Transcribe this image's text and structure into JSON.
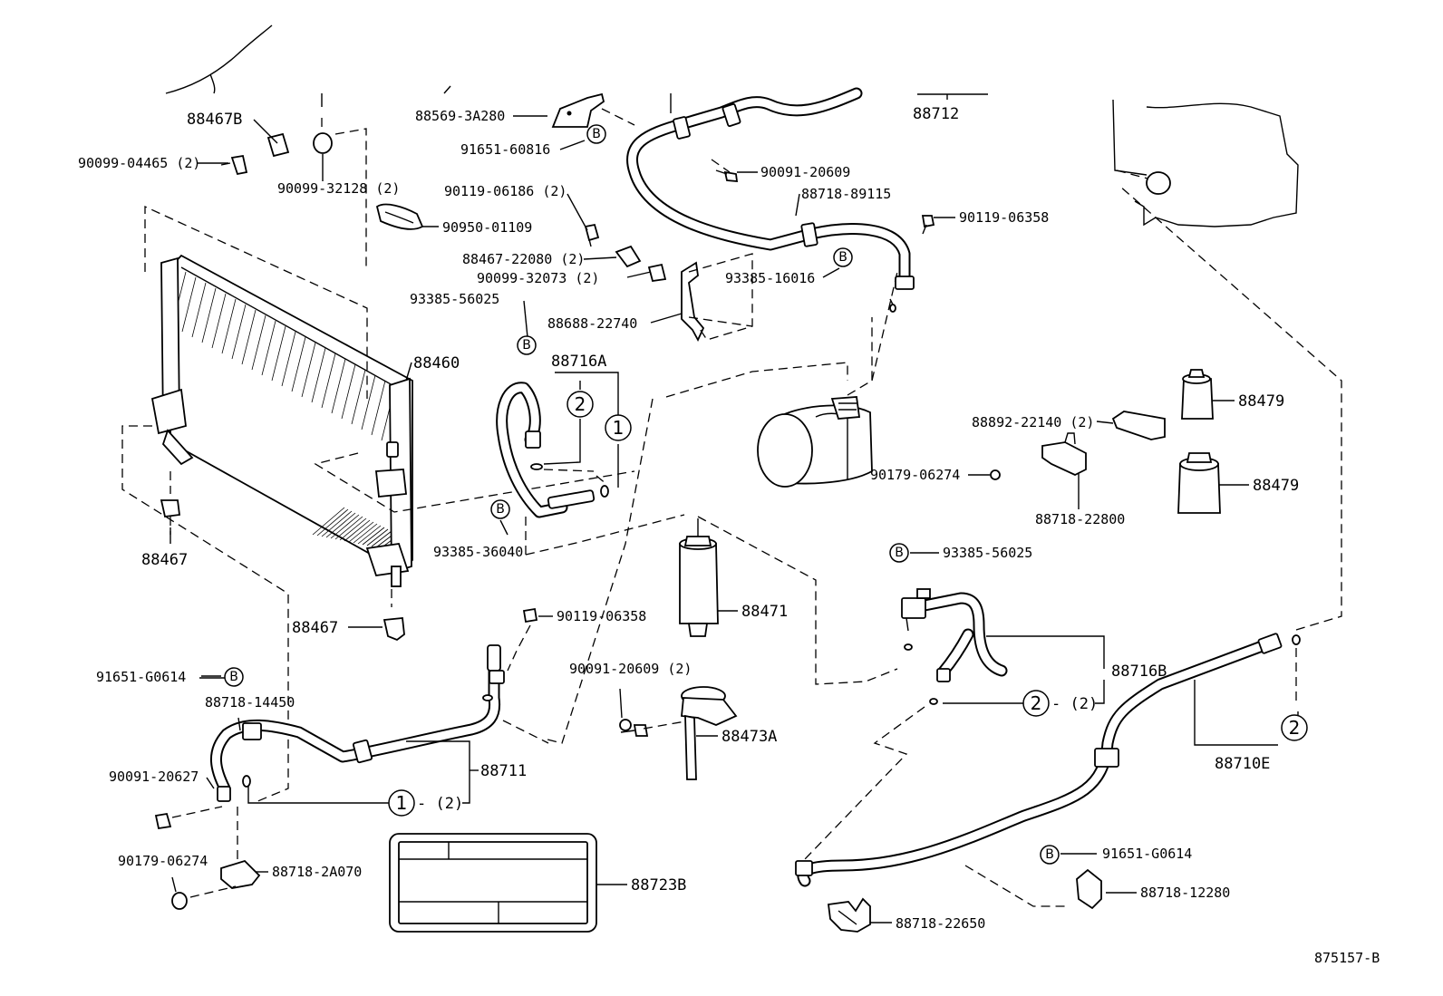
{
  "labels": {
    "p88712": "88712",
    "p88569": "88569-3A280",
    "p91651a": "91651-60816",
    "p90091a": "90091-20609",
    "p88718a": "88718-89115",
    "p90119a": "90119-06358",
    "p90119b": "90119-06186 (2)",
    "p93385a": "93385-16016",
    "p88467b": "88467B",
    "p90099a": "90099-04465 (2)",
    "p90099b": "90099-32128 (2)",
    "p90950": "90950-01109",
    "p88467c": "88467-22080 (2)",
    "p90099c": "90099-32073 (2)",
    "p93385b": "93385-56025",
    "p88688": "88688-22740",
    "p88716a": "88716A",
    "p88460": "88460",
    "p88479a": "88479",
    "p88892": "88892-22140 (2)",
    "p88479b": "88479",
    "p90179a": "90179-06274",
    "p88718b": "88718-22800",
    "p93385c": "93385-36040",
    "p88467d": "88467",
    "p93385d": "93385-56025",
    "p88471": "88471",
    "p88467e": "88467",
    "p90119c": "90119-06358",
    "p91651b": "91651-G0614",
    "p88718c": "88718-14450",
    "p90091b": "90091-20609 (2)",
    "p88716b": "88716B",
    "p88473a": "88473A",
    "p90091c": "90091-20627",
    "p88711": "88711",
    "p88710e": "88710E",
    "p90179b": "90179-06274",
    "p88718d": "88718-2A070",
    "p88723b": "88723B",
    "p91651c": "91651-G0614",
    "p88718e": "88718-12280",
    "p88718f": "88718-22650",
    "qty1": "- (2)",
    "qty2": "- (2)",
    "code": "875157-B"
  },
  "callouts": {
    "b": "B",
    "one": "1",
    "two": "2"
  }
}
